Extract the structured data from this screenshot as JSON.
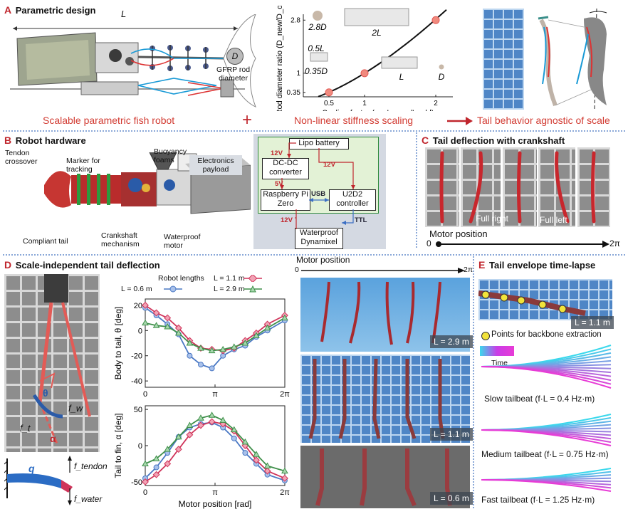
{
  "panelA": {
    "letter": "A",
    "title": "Parametric design",
    "L_label": "L",
    "D_label": "D",
    "rod_label_1": "GFRP rod",
    "rod_label_2": "diameter",
    "captions": {
      "left": "Scalable parametric fish robot",
      "plus": "+",
      "middle": "Non-linear stiffness scaling",
      "right": "Tail behavior agnostic of scale"
    }
  },
  "chartA": {
    "chart_data": {
      "type": "line",
      "xlabel": "Scaling factor (ε = L_new/L_old)",
      "ylabel": "Rod diameter ratio (D_new/D_old)",
      "x_ticks": [
        "0.5",
        "1",
        "2"
      ],
      "y_ticks": [
        "0.35",
        "1",
        "2.8"
      ],
      "points": [
        {
          "x": 0.5,
          "y": 0.35
        },
        {
          "x": 1,
          "y": 1
        },
        {
          "x": 2,
          "y": 2.8
        }
      ],
      "annotations": [
        "2.8D",
        "2L",
        "0.5L",
        "0.35D",
        "L",
        "D"
      ]
    }
  },
  "panelB": {
    "letter": "B",
    "title": "Robot hardware",
    "labels": {
      "tendon": "Tendon crossover",
      "marker": "Marker for tracking",
      "buoyancy": "Buoyancy foams",
      "electronics": "Electronics payload",
      "compliant": "Compliant tail",
      "crankshaft": "Crankshaft mechanism",
      "waterproof_motor": "Waterproof motor"
    },
    "circuit": {
      "lipo": "Lipo battery",
      "dcdc": "DC-DC converter",
      "rpi": "Raspberry Pi Zero",
      "u2d2": "U2D2 controller",
      "dyn": "Waterproof Dynamixel",
      "v12a": "12V",
      "v12b": "12V",
      "v12c": "12V",
      "v5": "5V",
      "usb": "USB",
      "ttl": "TTL"
    }
  },
  "panelC": {
    "letter": "C",
    "title": "Tail deflection with crankshaft",
    "full_right": "Full right",
    "full_left": "Full left",
    "motor_position": "Motor position",
    "start": "0",
    "end": "2π"
  },
  "panelD": {
    "letter": "D",
    "title": "Scale-independent tail deflection",
    "legend_title": "Robot lengths",
    "motor_position_top": "Motor position",
    "mp_start": "0",
    "mp_end": "2π",
    "photo_labels": [
      "L = 2.9 m",
      "L = 1.1 m",
      "L = 0.6 m"
    ],
    "diagram": {
      "theta": "θ",
      "alpha": "α",
      "fw": "f_w",
      "ft": "f_t",
      "q": "q",
      "ftendon": "f_tendon",
      "fwater": "f_water"
    }
  },
  "chartsD": {
    "chart_data": [
      {
        "type": "line",
        "ylabel": "Body to tail, θ [deg]",
        "y_ticks": [
          "20",
          "0",
          "-20",
          "-40"
        ],
        "x_ticks": [
          "0",
          "π",
          "2π"
        ],
        "ylim": [
          -45,
          25
        ],
        "series": [
          {
            "name": "L = 0.6 m",
            "color": "#4a78c4",
            "x": [
              0,
              0.5,
              1,
              1.5,
              2,
              2.5,
              3,
              3.5,
              4,
              4.5,
              5,
              5.5,
              6.28
            ],
            "values": [
              18,
              12,
              5,
              -3,
              -20,
              -27,
              -30,
              -20,
              -15,
              -12,
              -5,
              0,
              8
            ]
          },
          {
            "name": "L = 1.1 m",
            "color": "#d0345a",
            "x": [
              0,
              0.5,
              1,
              1.5,
              2,
              2.5,
              3,
              3.5,
              4,
              4.5,
              5,
              5.5,
              6.28
            ],
            "values": [
              20,
              14,
              10,
              2,
              -8,
              -14,
              -15,
              -16,
              -14,
              -8,
              -2,
              5,
              12
            ]
          },
          {
            "name": "L = 2.9 m",
            "color": "#3f8f4a",
            "x": [
              0,
              0.5,
              1,
              1.5,
              2,
              2.5,
              3,
              3.5,
              4,
              4.5,
              5,
              5.5,
              6.28
            ],
            "values": [
              6,
              4,
              3,
              -2,
              -10,
              -14,
              -16,
              -15,
              -13,
              -10,
              -4,
              2,
              10
            ]
          }
        ]
      },
      {
        "type": "line",
        "ylabel": "Tail to fin, α [deg]",
        "xlabel": "Motor position [rad]",
        "y_ticks": [
          "50",
          "0",
          "-50"
        ],
        "x_ticks": [
          "0",
          "π",
          "2π"
        ],
        "ylim": [
          -55,
          55
        ],
        "series": [
          {
            "name": "L = 0.6 m",
            "color": "#4a78c4",
            "x": [
              0,
              0.5,
              1,
              1.5,
              2,
              2.5,
              3,
              3.5,
              4,
              4.5,
              5,
              5.5,
              6.28
            ],
            "values": [
              -45,
              -30,
              -10,
              12,
              25,
              30,
              32,
              25,
              10,
              -10,
              -25,
              -40,
              -48
            ]
          },
          {
            "name": "L = 1.1 m",
            "color": "#d0345a",
            "x": [
              0,
              0.5,
              1,
              1.5,
              2,
              2.5,
              3,
              3.5,
              4,
              4.5,
              5,
              5.5,
              6.28
            ],
            "values": [
              -50,
              -40,
              -25,
              -5,
              15,
              28,
              33,
              30,
              20,
              0,
              -20,
              -35,
              -45
            ]
          },
          {
            "name": "L = 2.9 m",
            "color": "#3f8f4a",
            "x": [
              0,
              0.5,
              1,
              1.5,
              2,
              2.5,
              3,
              3.5,
              4,
              4.5,
              5,
              5.5,
              6.28
            ],
            "values": [
              -25,
              -18,
              -5,
              12,
              28,
              38,
              42,
              35,
              22,
              5,
              -12,
              -28,
              -35
            ]
          }
        ]
      }
    ]
  },
  "panelE": {
    "letter": "E",
    "title": "Tail envelope time-lapse",
    "photo_label": "L = 1.1 m",
    "points_legend": "Points for backbone extraction",
    "time_label": "Time",
    "slow": "Slow tailbeat (f·L = 0.4 Hz·m)",
    "medium": "Medium tailbeat (f·L = 0.75 Hz·m)",
    "fast": "Fast tailbeat (f·L = 1.25 Hz·m)"
  }
}
